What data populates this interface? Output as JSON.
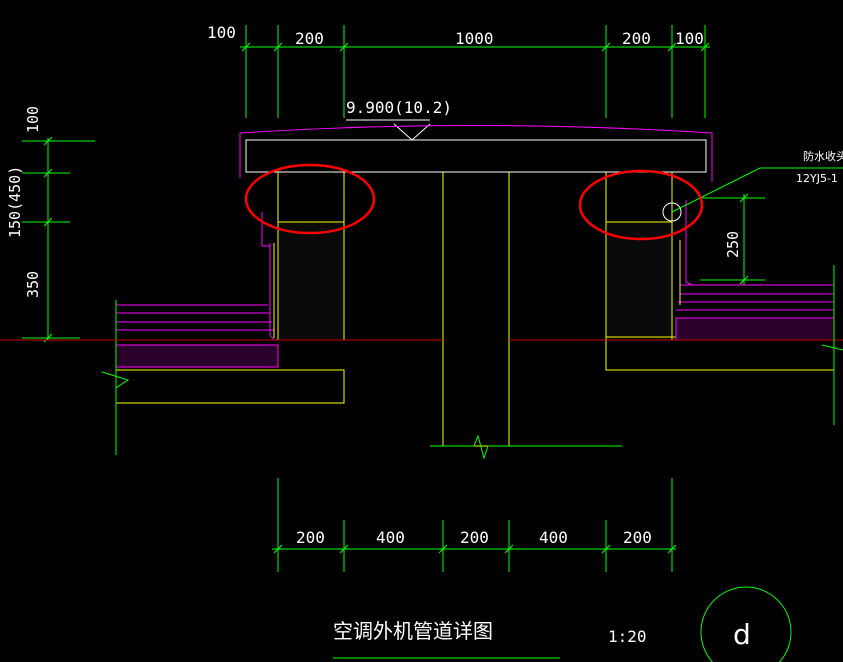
{
  "drawing": {
    "title": "空调外机管道详图",
    "scale": "1:20",
    "detail_mark": "d",
    "elevation": "9.900(10.2)",
    "waterproof_note": "防水收头",
    "ref_code": "12YJ5-1"
  },
  "top_dims": [
    "100",
    "200",
    "1000",
    "200",
    "100"
  ],
  "bottom_dims": [
    "200",
    "400",
    "200",
    "400",
    "200"
  ],
  "left_dims": [
    "100",
    "150(450)",
    "350"
  ],
  "right_dims": [
    "250"
  ],
  "colors": {
    "background": "#000000",
    "dimension": "#00ff00",
    "structure": "#ffff00",
    "waterproof": "#ff00ff",
    "highlight": "#ff0000",
    "text": "#ffffff"
  }
}
